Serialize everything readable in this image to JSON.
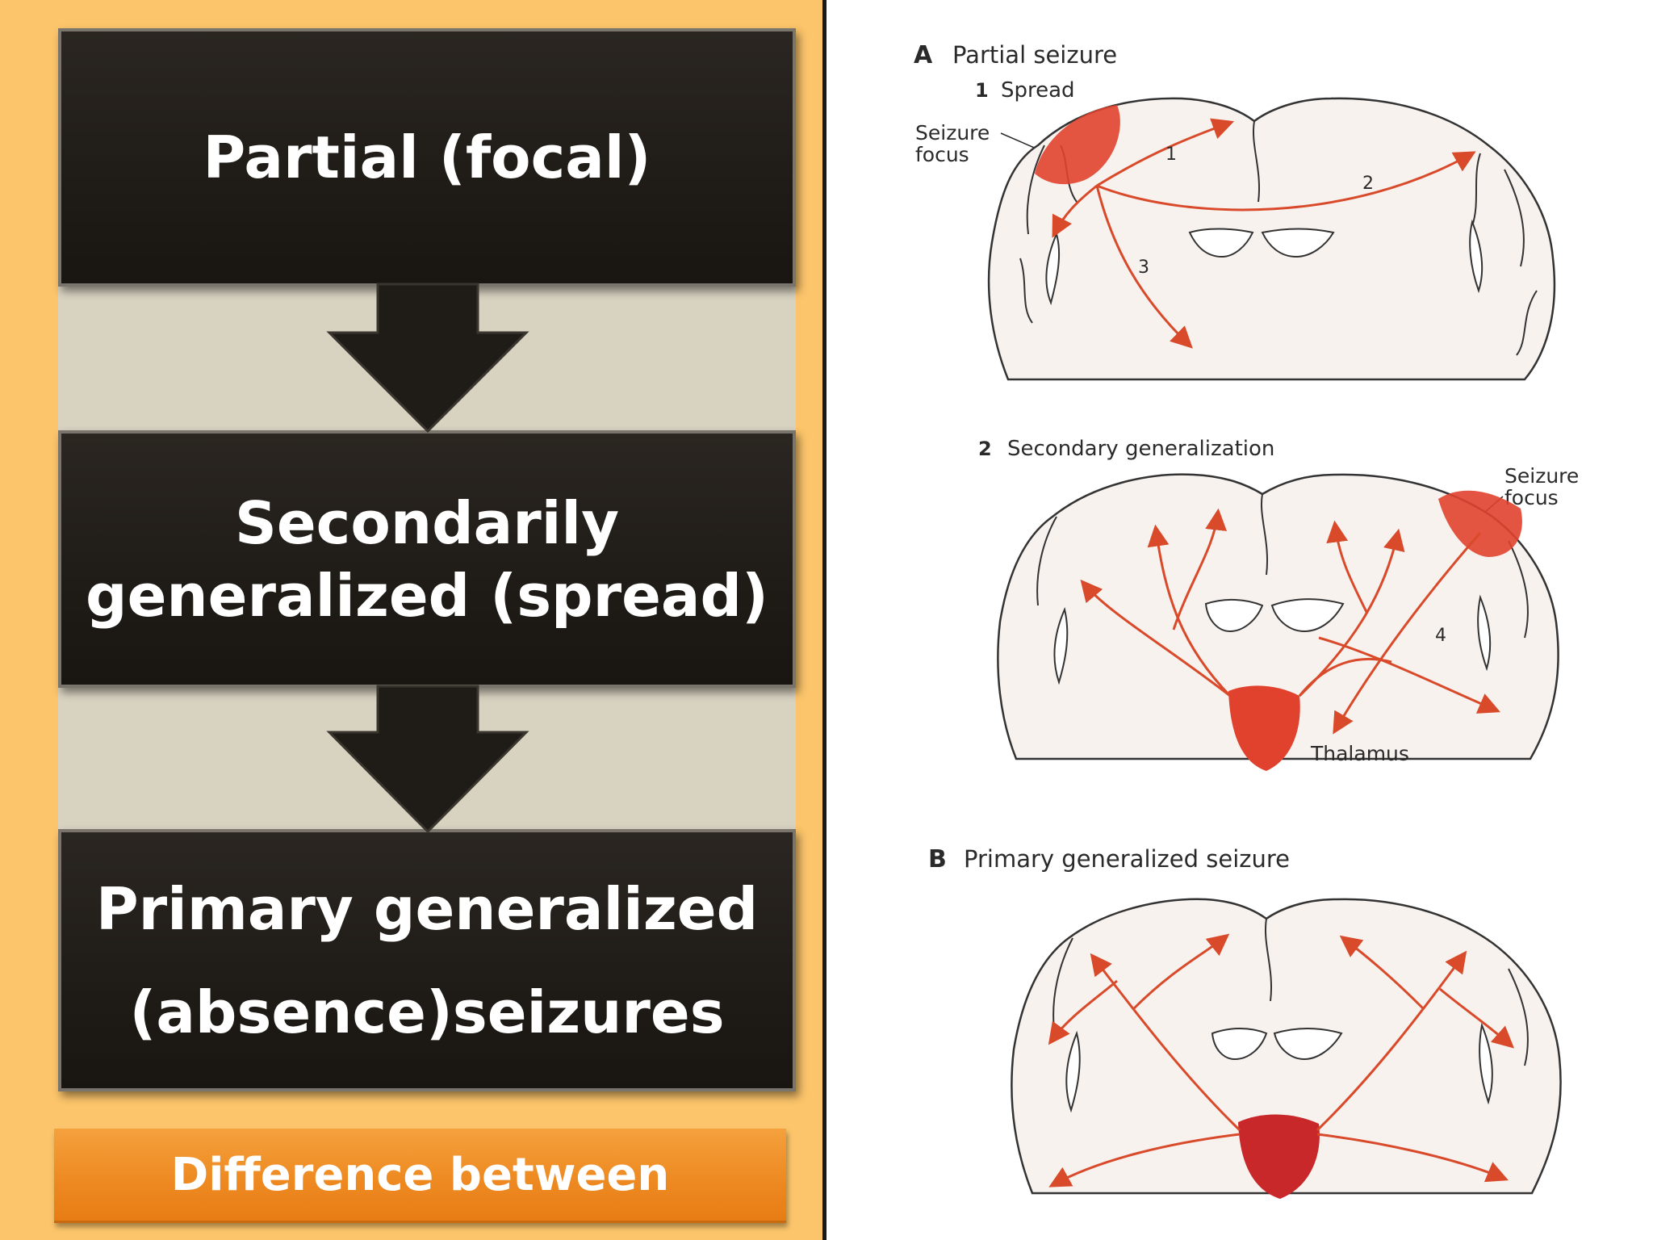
{
  "flow": {
    "box1": "Partial (focal)",
    "box2_line1": "Secondarily",
    "box2_line2": "generalized (spread)",
    "box3_line1": "Primary generalized",
    "box3_line2": "(absence)seizures",
    "footer_button": "Difference between"
  },
  "figure": {
    "panel_a_letter": "A",
    "panel_a_title": "Partial seizure",
    "sub1_number": "1",
    "sub1_title": "Spread",
    "seizure_focus_line1": "Seizure",
    "seizure_focus_line2": "focus",
    "path_label_1": "1",
    "path_label_2": "2",
    "path_label_3": "3",
    "sub2_number": "2",
    "sub2_title": "Secondary generalization",
    "path_label_4": "4",
    "thalamus_label": "Thalamus",
    "panel_b_letter": "B",
    "panel_b_title": "Primary generalized seizure"
  },
  "colors": {
    "left_background": "#fcc56b",
    "box_fill": "#1f1b17",
    "band_fill": "#d8d2c1",
    "button_orange": "#ee8a22",
    "seizure_red": "#e0422e",
    "arrow_red": "#d84a2a",
    "brain_fill": "#f8f2ef"
  }
}
